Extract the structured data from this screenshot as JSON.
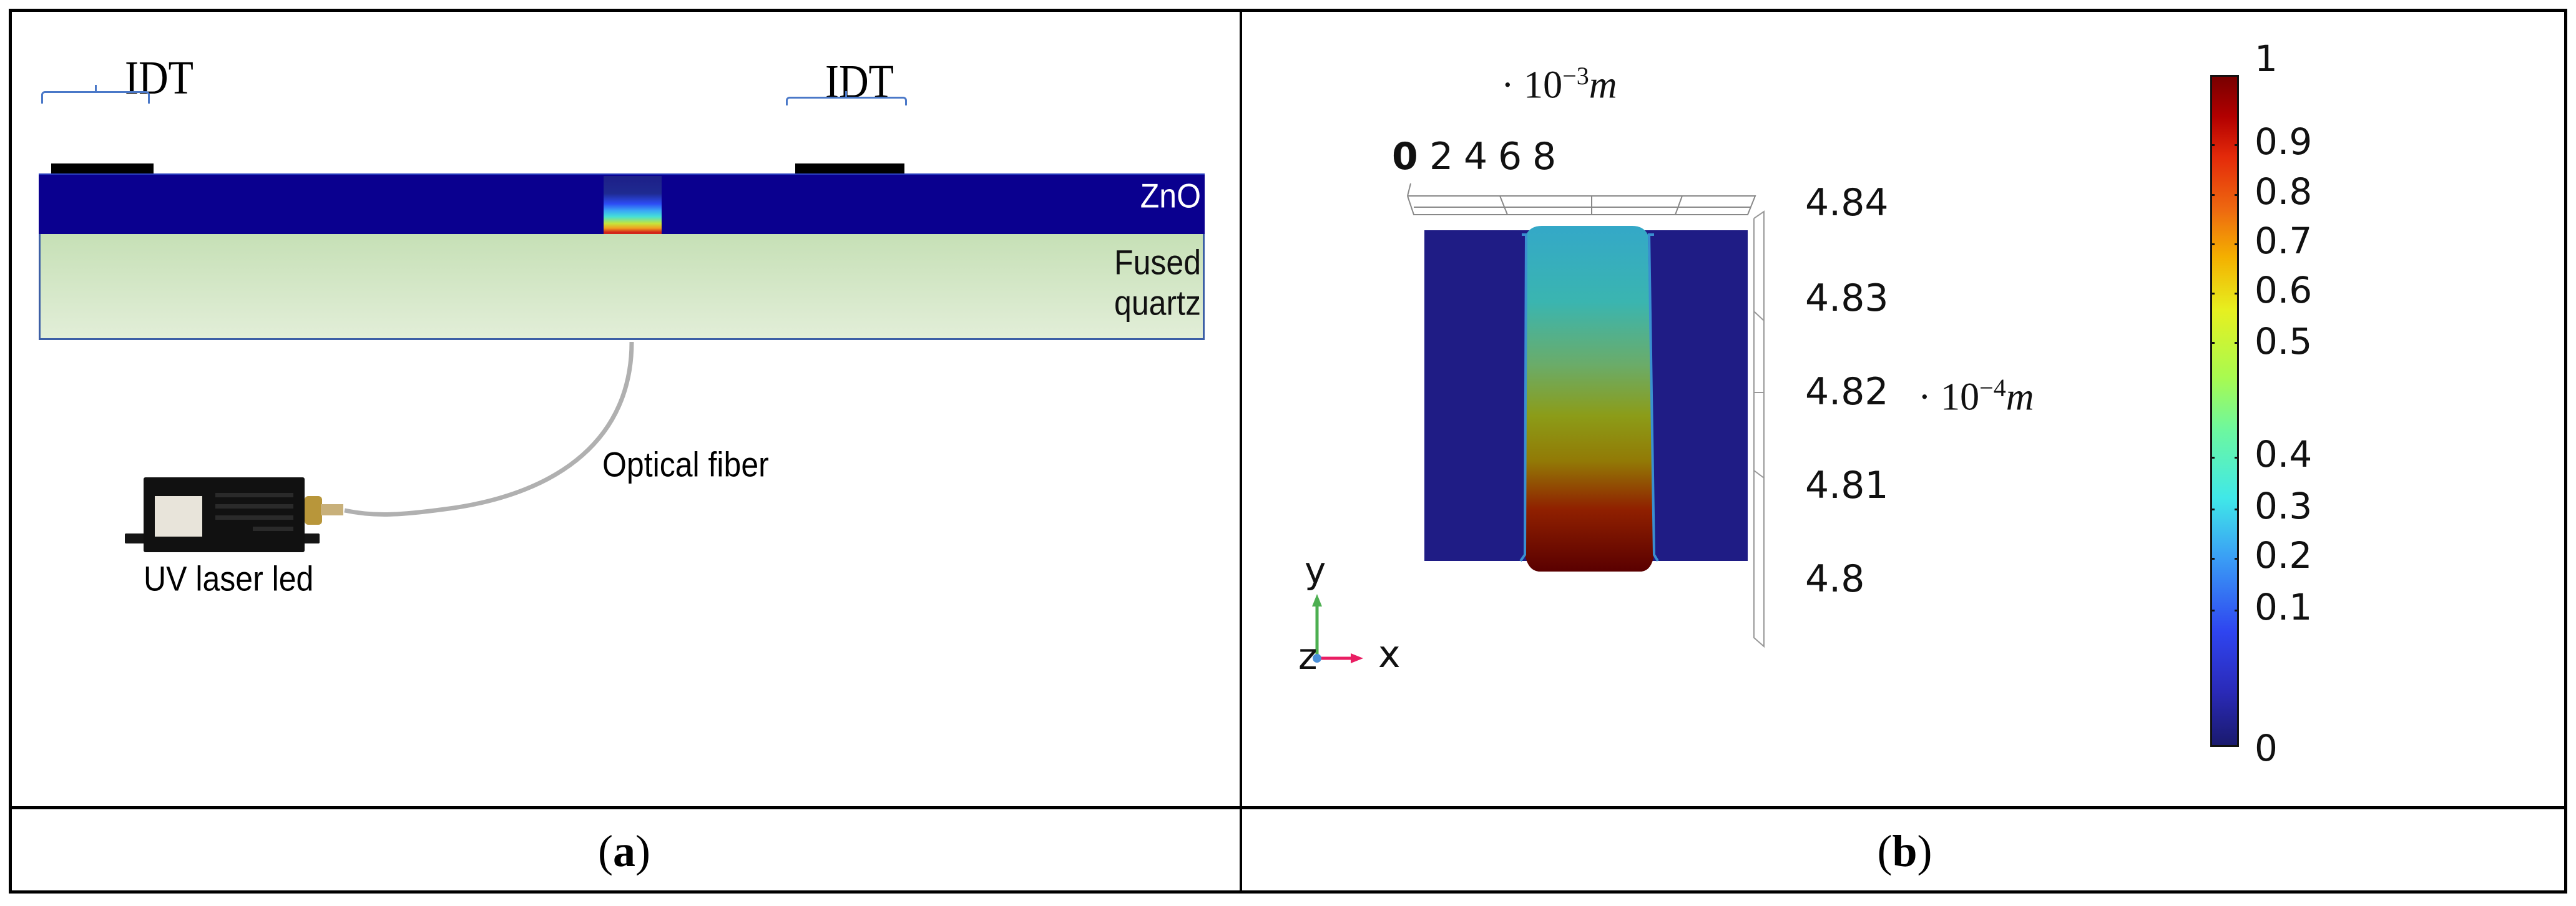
{
  "figure": {
    "panels": [
      {
        "id": "a",
        "caption": "a",
        "labels": {
          "idt_left": "IDT",
          "idt_right": "IDT",
          "zno_layer": "ZnO",
          "substrate_line1": "Fused",
          "substrate_line2": "quartz",
          "fiber": "Optical fiber",
          "source": "UV laser led"
        },
        "colors": {
          "zno": "#0a008f",
          "substrate_top": "#c6e0b6",
          "substrate_bottom": "#e2eed8",
          "bracket": "#4a78c8",
          "fiber": "#b0b0b0"
        }
      },
      {
        "id": "b",
        "caption": "b",
        "x_axis": {
          "ticks": [
            "0",
            "2",
            "4",
            "6",
            "8"
          ],
          "scale": "· 10",
          "exponent": "−3",
          "unit": "m"
        },
        "y_axis": {
          "ticks": [
            "4.84",
            "4.83",
            "4.82",
            "4.81",
            "4.8"
          ],
          "scale": "· 10",
          "exponent": "−4",
          "unit": "m"
        },
        "triad": {
          "y": "y",
          "z": "z",
          "x": "x"
        },
        "colorbar": {
          "ticks": [
            "1",
            "0.9",
            "0.8",
            "0.7",
            "0.6",
            "0.5",
            "0.4",
            "0.3",
            "0.2",
            "0.1",
            "0"
          ],
          "min": 0,
          "max": 1,
          "colormap": "rainbow (dark blue → red)"
        },
        "colors": {
          "background_block": "#1f1c85",
          "gradient_top": "#34a8c8",
          "gradient_bottom": "#5a0000"
        }
      }
    ]
  },
  "captions": {
    "a_open": "(",
    "a_letter": "a",
    "a_close": ")",
    "b_open": "(",
    "b_letter": "b",
    "b_close": ")"
  }
}
